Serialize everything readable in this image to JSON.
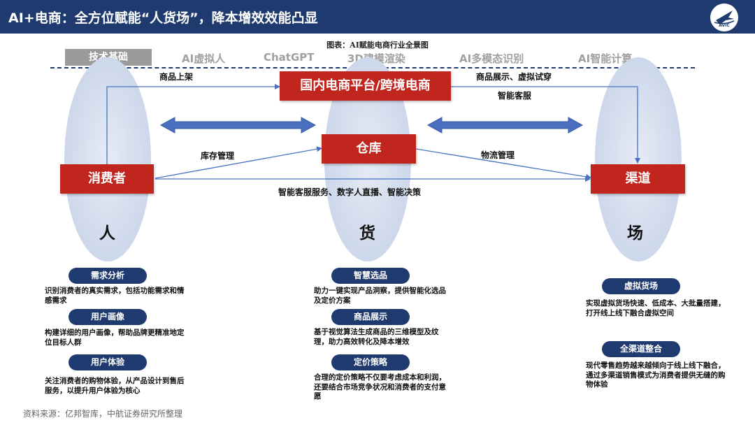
{
  "header": {
    "title": "AI+电商：全方位赋能“人货场”，降本增效效能凸显",
    "logo_text": "AVIC"
  },
  "figure_title": "图表：AI赋能电商行业全景图",
  "tech": {
    "base_label": "技术基础",
    "items": [
      "AI虚拟人",
      "ChatGPT",
      "3D建模渲染",
      "AI多模态识别",
      "AI智能计算"
    ]
  },
  "nodes": {
    "platform": "国内电商平台/跨境电商",
    "warehouse": "仓库",
    "consumer": "消费者",
    "channel": "渠道"
  },
  "flow_labels": {
    "listing": "商品上架",
    "display_tryon": "商品展示、虚拟试穿",
    "smart_service": "智能客服",
    "inventory": "库存管理",
    "logistics": "物流管理",
    "services": "智能客服服务、数字人直播、智能决策"
  },
  "pillars": {
    "people": "人",
    "goods": "货",
    "place": "场"
  },
  "people_items": [
    {
      "title": "需求分析",
      "desc": "识别消费者的真实需求，包括功能需求和情感需求"
    },
    {
      "title": "用户画像",
      "desc": "构建详细的用户画像，帮助品牌更精准地定位目标人群"
    },
    {
      "title": "用户体验",
      "desc": "关注消费者的购物体验，从产品设计到售后服务，以提升用户体验为核心"
    }
  ],
  "goods_items": [
    {
      "title": "智慧选品",
      "desc": "助力一键实现产品洞察，提供智能化选品及定价方案"
    },
    {
      "title": "商品展示",
      "desc": "基于视觉算法生成商品的三维模型及纹理，助力高效转化及降本增效"
    },
    {
      "title": "定价策略",
      "desc": "合理的定价策略不仅要考虑成本和利润，还要结合市场竞争状况和消费者的支付意愿"
    }
  ],
  "place_items": [
    {
      "title": "虚拟货场",
      "desc": "实现虚拟货场快速、低成本、大批量搭建，打开线上线下融合虚拟空间"
    },
    {
      "title": "全渠道整合",
      "desc": "现代零售趋势越来越倾向于线上线下融合，通过多渠道销售模式为消费者提供无缝的购物体验"
    }
  ],
  "source": "资料来源：亿邦智库，中航证券研究所整理",
  "colors": {
    "navy": "#1f3a6e",
    "red": "#c0261e",
    "arrow_blue": "#4a72c4",
    "ellipse": "#cbd6ea"
  }
}
